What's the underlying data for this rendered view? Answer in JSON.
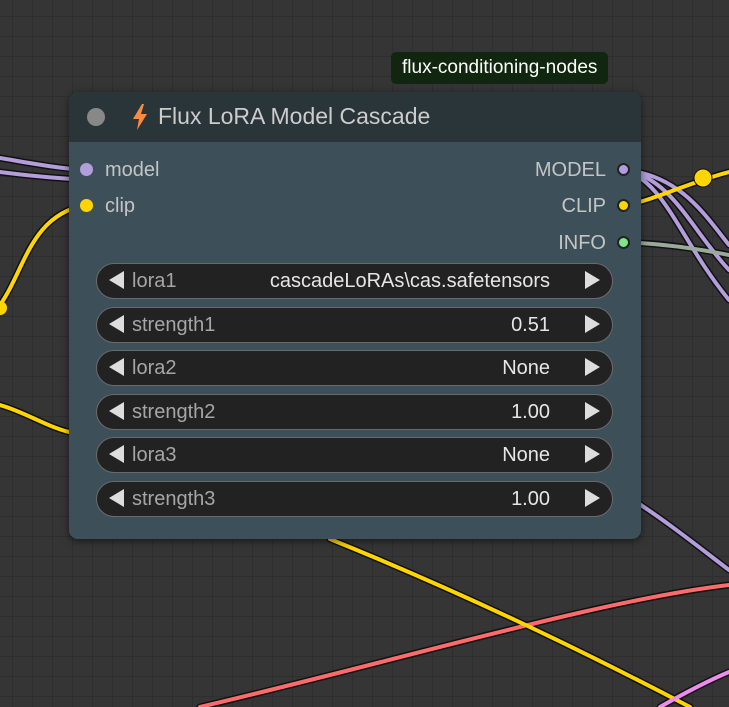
{
  "badge": {
    "text": "flux-conditioning-nodes"
  },
  "node": {
    "title": "Flux LoRA Model Cascade",
    "inputs": [
      {
        "label": "model",
        "color": "#b39ddb"
      },
      {
        "label": "clip",
        "color": "#ffd500"
      }
    ],
    "outputs": [
      {
        "label": "MODEL",
        "color": "#b39ddb"
      },
      {
        "label": "CLIP",
        "color": "#ffd500"
      },
      {
        "label": "INFO",
        "color": "#7ee787"
      }
    ],
    "widgets": [
      {
        "label": "lora1",
        "value": "cascadeLoRAs\\cas.safetensors"
      },
      {
        "label": "strength1",
        "value": "0.51"
      },
      {
        "label": "lora2",
        "value": "None"
      },
      {
        "label": "strength2",
        "value": "1.00"
      },
      {
        "label": "lora3",
        "value": "None"
      },
      {
        "label": "strength3",
        "value": "1.00"
      }
    ]
  },
  "colors": {
    "canvas": "#353535",
    "node_body": "#3d5059",
    "node_header": "#2a3539",
    "wire_model": "#b39ddb",
    "wire_clip": "#ffd500",
    "wire_info": "#9aaa9a",
    "wire_red": "#ff6b6b",
    "wire_pink": "#f08cf0"
  }
}
